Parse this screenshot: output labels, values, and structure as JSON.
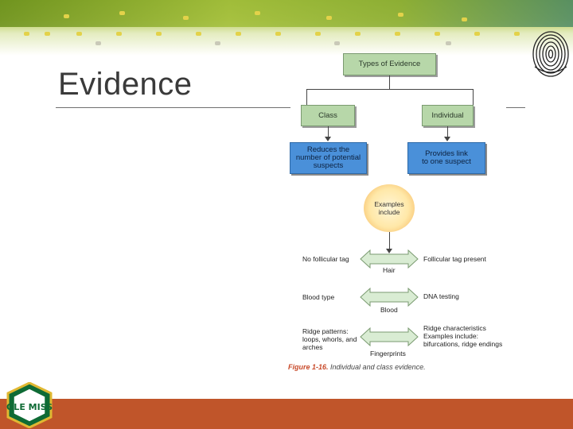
{
  "slide": {
    "title": "Evidence"
  },
  "diagram": {
    "root": "Types of Evidence",
    "branches": [
      {
        "label": "Class",
        "description": "Reduces the number of potential suspects"
      },
      {
        "label": "Individual",
        "description": "Provides link to one suspect"
      }
    ],
    "examples_node": "Examples include",
    "examples": [
      {
        "category": "Hair",
        "class_example": "No follicular tag",
        "individual_example": "Follicular tag present"
      },
      {
        "category": "Blood",
        "class_example": "Blood type",
        "individual_example": "DNA testing"
      },
      {
        "category": "Fingerprints",
        "class_example": "Ridge patterns: loops, whorls, and arches",
        "individual_example": "Ridge characteristics Examples include: bifurcations, ridge endings"
      }
    ],
    "caption": {
      "figure": "Figure 1-16.",
      "text": "Individual and class evidence."
    }
  },
  "logo": {
    "text": "OLE MISS"
  },
  "colors": {
    "accent_bar": "#c0552a",
    "banner": "#8fae2e",
    "green_box": "#b7d7a9",
    "blue_box": "#4a90d9"
  }
}
